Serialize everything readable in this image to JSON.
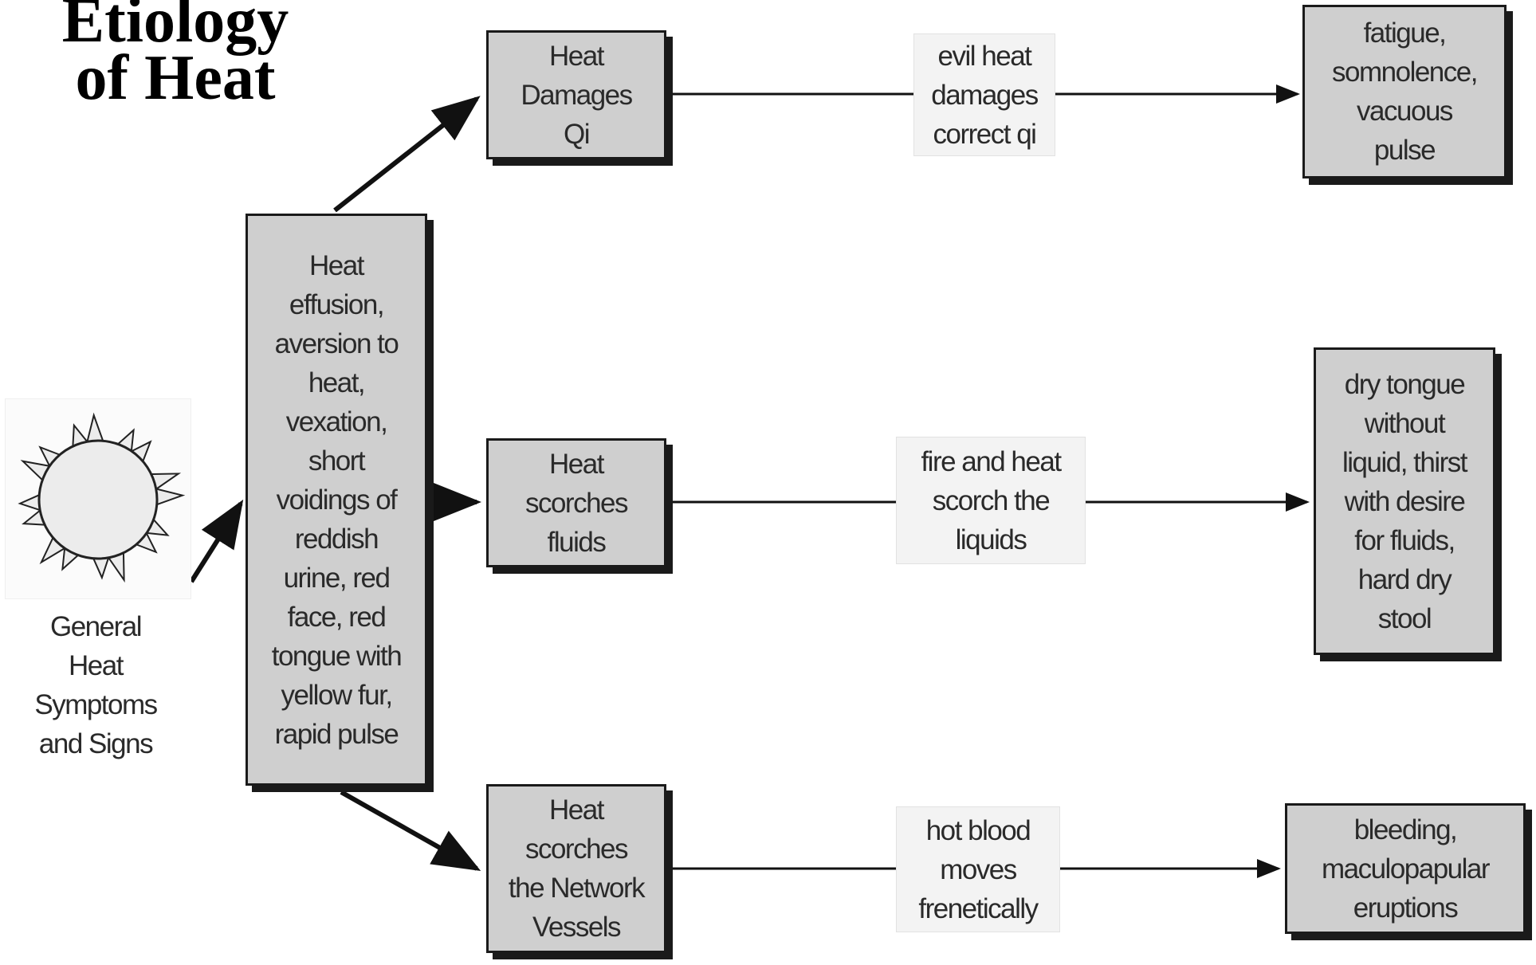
{
  "title": {
    "line1": "Etiology",
    "line2": "of Heat"
  },
  "source": {
    "caption": [
      "General",
      "Heat",
      "Symptoms",
      "and Signs"
    ]
  },
  "symptoms_box": {
    "lines": [
      "Heat",
      "effusion,",
      "aversion to",
      "heat,",
      "vexation,",
      "short",
      "voidings of",
      "reddish",
      "urine, red",
      "face, red",
      "tongue with",
      "yellow fur,",
      "rapid pulse"
    ]
  },
  "pathways": [
    {
      "mechanism": [
        "Heat",
        "Damages",
        "Qi"
      ],
      "connector": [
        "evil heat",
        "damages",
        "correct qi"
      ],
      "result": [
        "fatigue,",
        "somnolence,",
        "vacuous",
        "pulse"
      ]
    },
    {
      "mechanism": [
        "Heat",
        "scorches",
        "fluids"
      ],
      "connector": [
        "fire and heat",
        "scorch the",
        "liquids"
      ],
      "result": [
        "dry tongue",
        "without",
        "liquid, thirst",
        "with desire",
        "for fluids,",
        "hard dry",
        "stool"
      ]
    },
    {
      "mechanism": [
        "Heat",
        "scorches",
        "the Network",
        "Vessels"
      ],
      "connector": [
        "hot blood",
        "moves",
        "frenetically"
      ],
      "result": [
        "bleeding,",
        "maculopapular",
        "eruptions"
      ]
    }
  ],
  "colors": {
    "box_fill": "#cfcfcf",
    "box_border": "#1a1a1a",
    "label_fill": "#f3f3f3",
    "text": "#2a2a2a"
  },
  "icons": {
    "source": "sun-icon"
  }
}
